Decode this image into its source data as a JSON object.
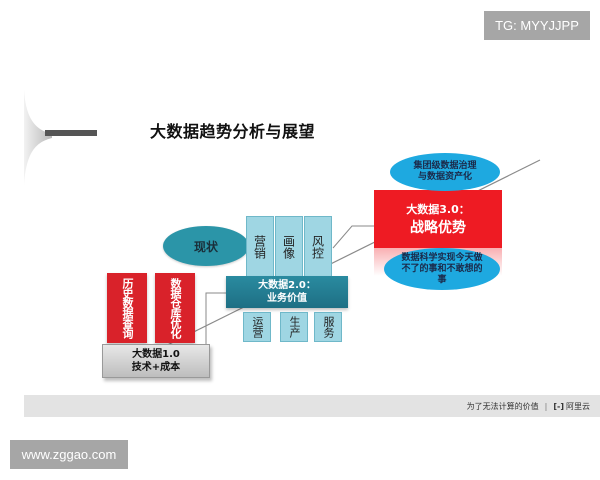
{
  "watermarks": {
    "top_right": "TG: MYYJJPP",
    "bottom_left": "www.zggao.com"
  },
  "slide": {
    "title": "大数据趋势分析与展望",
    "footer": {
      "slogan": "为了无法计算的价值",
      "separator": "|",
      "logo_glyph": "[-]",
      "brand": "阿里云"
    }
  },
  "diagram": {
    "stage1": {
      "label_line1": "大数据1.0",
      "label_line2": "技术+成本",
      "pillars": [
        "历史数据查询",
        "数据仓库优化"
      ],
      "color": "#d9222a"
    },
    "stage2": {
      "label_line1": "大数据2.0：",
      "label_line2": "业务价值",
      "status_oval": "现状",
      "top_boxes": [
        "营销",
        "画像",
        "风控"
      ],
      "bottom_boxes": [
        "运营",
        "生产",
        "服务"
      ],
      "color": "#2a8ba0"
    },
    "stage3": {
      "label_line1": "大数据3.0：",
      "label_line2": "战略优势",
      "top_oval": "集团级数据治理与数据资产化",
      "bottom_oval": "数据科学实现今天做不了的事和不敢想的事",
      "color": "#ee1b23",
      "oval_color": "#1ea9e0"
    }
  }
}
